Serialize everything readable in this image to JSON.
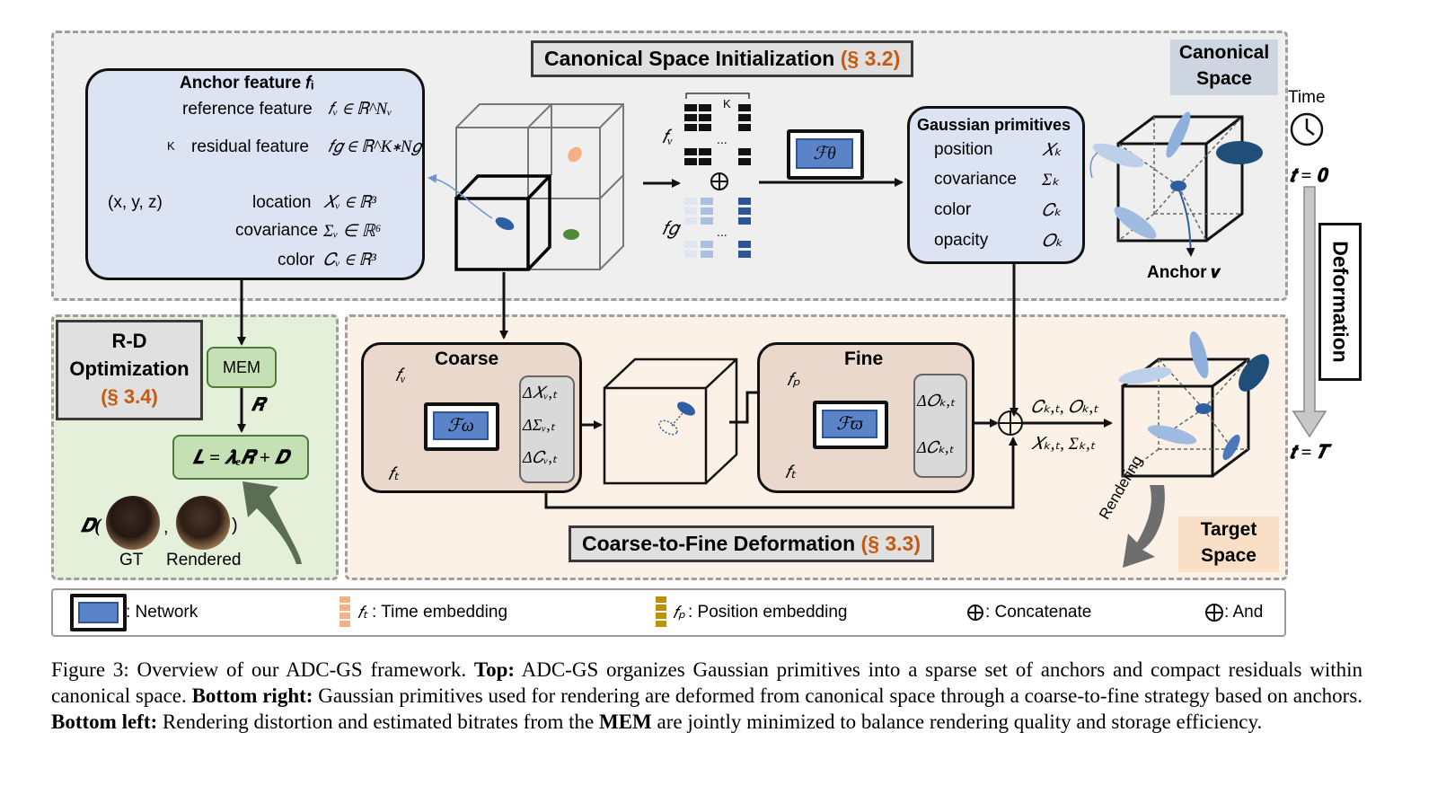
{
  "canonical": {
    "title": "Canonical Space Initialization",
    "section": "(§ 3.2)",
    "space_label_1": "Canonical",
    "space_label_2": "Space",
    "anchor_label": "Anchor 𝒗"
  },
  "anchor_feature": {
    "title": "Anchor feature 𝑓ᵢ",
    "reference": "reference feature",
    "reference_math": "𝑓ᵥ ∈ ℝ^Nᵥ",
    "residual": "residual feature",
    "residual_math": "𝑓𝑔 ∈ ℝ^K∗N𝑔",
    "k": "K",
    "xyz": "(x, y, z)",
    "location": "location",
    "location_math": "𝑋ᵥ ∈ ℝ³",
    "covariance": "covariance",
    "covariance_math": "Σᵥ ∈ ℝ⁶",
    "color": "color",
    "color_math": "𝐶ᵥ ∈ ℝ³"
  },
  "features": {
    "fv": "𝑓ᵥ",
    "fg": "𝑓𝑔",
    "k": "K",
    "dots": "...",
    "f_theta": "ℱθ"
  },
  "gaussian": {
    "title": "Gaussian primitives",
    "rows": [
      {
        "name": "position",
        "sym": "𝑋ₖ"
      },
      {
        "name": "covariance",
        "sym": "Σₖ"
      },
      {
        "name": "color",
        "sym": "𝐶ₖ"
      },
      {
        "name": "opacity",
        "sym": "𝑂ₖ"
      }
    ]
  },
  "time": {
    "label": "Time",
    "t0": "𝒕 = 𝟎",
    "tT": "𝒕 = 𝑻",
    "deformation": "Deformation"
  },
  "rd": {
    "title_1": "R-D",
    "title_2": "Optimization",
    "section": "(§ 3.4)",
    "mem": "MEM",
    "r": "𝑹",
    "loss": "𝑳 = 𝝀ₑ𝑹 + 𝑫",
    "d_open": "𝑫(",
    "comma": ",",
    "close": ")",
    "gt": "GT",
    "rendered": "Rendered"
  },
  "coarse": {
    "title": "Coarse",
    "fv": "𝑓ᵥ",
    "ft": "𝑓ₜ",
    "f_omega": "ℱω",
    "d1": "Δ𝑋ᵥ,ₜ",
    "d2": "ΔΣᵥ,ₜ",
    "d3": "Δ𝐶ᵥ,ₜ"
  },
  "fine": {
    "title": "Fine",
    "fp": "𝑓ₚ",
    "ft": "𝑓ₜ",
    "f_varpi": "ℱϖ",
    "d1": "Δ𝑂ₖ,ₜ",
    "d2": "Δ𝐶ₖ,ₜ"
  },
  "output": {
    "top": "𝐶ₖ,ₜ, 𝑂ₖ,ₜ",
    "bottom": "𝑋ₖ,ₜ, Σₖ,ₜ",
    "rendering": "Rendering",
    "target_1": "Target",
    "target_2": "Space"
  },
  "c2f": {
    "title": "Coarse-to-Fine Deformation",
    "section": "(§ 3.3)"
  },
  "legend": {
    "network": ": Network",
    "time_sym": "𝑓ₜ",
    "time": ": Time embedding",
    "pos_sym": "𝑓ₚ",
    "pos": ": Position embedding",
    "concat": ": Concatenate",
    "and": ": And"
  },
  "caption": {
    "label": "Figure 3: Overview of our ADC-GS framework.",
    "top_b": "Top:",
    "top_t": "ADC-GS organizes Gaussian primitives into a sparse set of anchors and compact residuals within canonical space.",
    "br_b": "Bottom right:",
    "br_t": "Gaussian primitives used for rendering are deformed from canonical space through a coarse-to-fine strategy based on anchors.",
    "bl_b": "Bottom left:",
    "bl_t1": "Rendering distortion and estimated bitrates from the",
    "bl_mem": "MEM",
    "bl_t2": "are jointly minimized to balance rendering quality and storage efficiency."
  },
  "colors": {
    "canonical_bg": "#efefef",
    "rd_bg": "#e4f0da",
    "deform_bg": "#fbf1e6",
    "panel_blue": "#dce4f3",
    "accent_orange": "#c55a11",
    "network_blue": "#5b84c8",
    "anchor_navy": "#1f4e79",
    "time_embed": "#f4b183",
    "pos_embed": "#bf9000"
  }
}
